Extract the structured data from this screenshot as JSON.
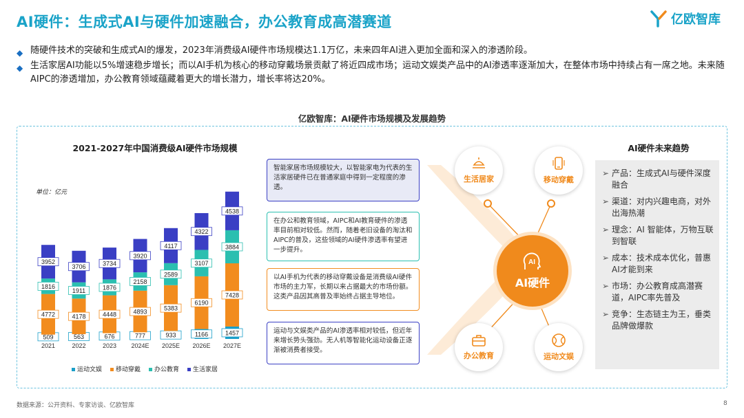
{
  "title": "AI硬件：生成式AI与硬件加速融合，办公教育成高潜赛道",
  "logo": {
    "text": "亿欧智库"
  },
  "bullets": [
    "随硬件技术的突破和生成式AI的爆发，2023年消费级AI硬件市场规模达1.1万亿，未来四年AI进入更加全面和深入的渗透阶段。",
    "生活家居AI功能以5%增速稳步增长；而以AI手机为核心的移动穿戴场景贡献了将近四成市场；运动文娱类产品中的AI渗透率逐渐加大，在整体市场中持续占有一席之地。未来随AIPC的渗透增加，办公教育领域蕴藏着更大的增长潜力，增长率将达20%。"
  ],
  "panel_title": "亿欧智库：AI硬件市场规模及发展趋势",
  "chart_data": {
    "type": "bar",
    "stacked": true,
    "title": "2021-2027年中国消费级AI硬件市场规模",
    "unit": "单位：亿元",
    "categories": [
      "2021",
      "2022",
      "2023",
      "2024E",
      "2025E",
      "2026E",
      "2027E"
    ],
    "series": [
      {
        "name": "运动文娱",
        "color": "#1a9fc9",
        "values": [
          509,
          563,
          676,
          777,
          933,
          1166,
          1457
        ]
      },
      {
        "name": "移动穿戴",
        "color": "#f28c1e",
        "values": [
          4772,
          4178,
          4448,
          4893,
          5383,
          6190,
          7428
        ]
      },
      {
        "name": "办公教育",
        "color": "#2bbfb0",
        "values": [
          1816,
          1911,
          1876,
          2158,
          2589,
          3107,
          3884
        ]
      },
      {
        "name": "生活家居",
        "color": "#3a3fc4",
        "values": [
          3952,
          3706,
          3734,
          3920,
          4117,
          4322,
          4538
        ]
      }
    ],
    "grid": false,
    "legend_position": "bottom"
  },
  "info_boxes": [
    {
      "text": "智能家居市场规模较大，以智能家电为代表的生活家居硬件已在普通家庭中得到一定程度的渗透。",
      "border": "#3a3fc4",
      "bg": "#e8eaf6"
    },
    {
      "text": "在办公和教育领域，AIPC和AI教育硬件的渗透率目前相对较低。然而，随着老旧设备的淘汰和AIPC的普及，这些领域的AI硬件渗透率有望进一步提升。",
      "border": "#2bbfb0",
      "bg": "#ffffff"
    },
    {
      "text": "以AI手机为代表的移动穿戴设备是消费级AI硬件市场的主力军，长期以来占据最大的市场份额。这类产品因其高普及率始终占据主导地位。",
      "border": "#f28c1e",
      "bg": "#ffffff"
    },
    {
      "text": "运动与文娱类产品的AI渗透率相对较低，但近年来增长势头强劲。无人机等智能化运动设备正逐渐被消费者接受。",
      "border": "#3a3fc4",
      "bg": "#ffffff"
    }
  ],
  "hub": {
    "center": "AI硬件",
    "center_icon": "ai-head-icon",
    "nodes": [
      {
        "label": "生活居家",
        "icon": "desk-lamp-icon"
      },
      {
        "label": "移动穿戴",
        "icon": "smartphone-icon"
      },
      {
        "label": "办公教育",
        "icon": "briefcase-icon"
      },
      {
        "label": "运动文娱",
        "icon": "ball-icon"
      }
    ]
  },
  "trends": {
    "title": "AI硬件未来趋势",
    "items": [
      "产品：生成式AI与硬件深度融合",
      "渠道：对内兴趣电商，对外出海热潮",
      "理念：AI 智能体，万物互联到智联",
      "成本：技术成本优化，普惠AI才能到来",
      "市场：办公教育成高潜赛道，AIPC率先普及",
      "竞争：生态链主为王，垂类品牌做爆款"
    ]
  },
  "footer": "数据来源：公开资料、专家访谈、亿欧智库",
  "page_number": "8"
}
